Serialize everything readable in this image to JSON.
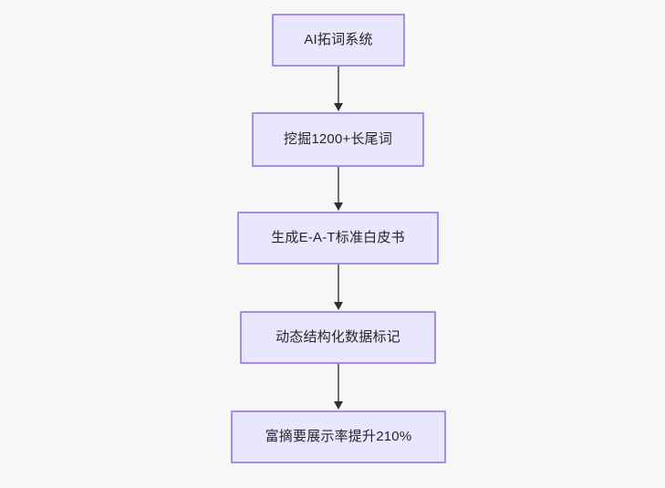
{
  "diagram": {
    "type": "flowchart",
    "direction": "top-to-bottom",
    "background_color": "#f7f7f8",
    "node_fill_color": "#e9e7fd",
    "node_border_color": "#ab8be8",
    "node_text_color": "#262626",
    "edge_color": "#707070",
    "arrowhead_color": "#2f2f33",
    "nodes": [
      {
        "id": "n1",
        "label": "AI拓词系统"
      },
      {
        "id": "n2",
        "label": "挖掘1200+长尾词"
      },
      {
        "id": "n3",
        "label": "生成E-A-T标准白皮书"
      },
      {
        "id": "n4",
        "label": "动态结构化数据标记"
      },
      {
        "id": "n5",
        "label": "富摘要展示率提升210%"
      }
    ],
    "edges": [
      {
        "from": "n1",
        "to": "n2",
        "label": ""
      },
      {
        "from": "n2",
        "to": "n3",
        "label": ""
      },
      {
        "from": "n3",
        "to": "n4",
        "label": ""
      },
      {
        "from": "n4",
        "to": "n5",
        "label": ""
      }
    ]
  }
}
